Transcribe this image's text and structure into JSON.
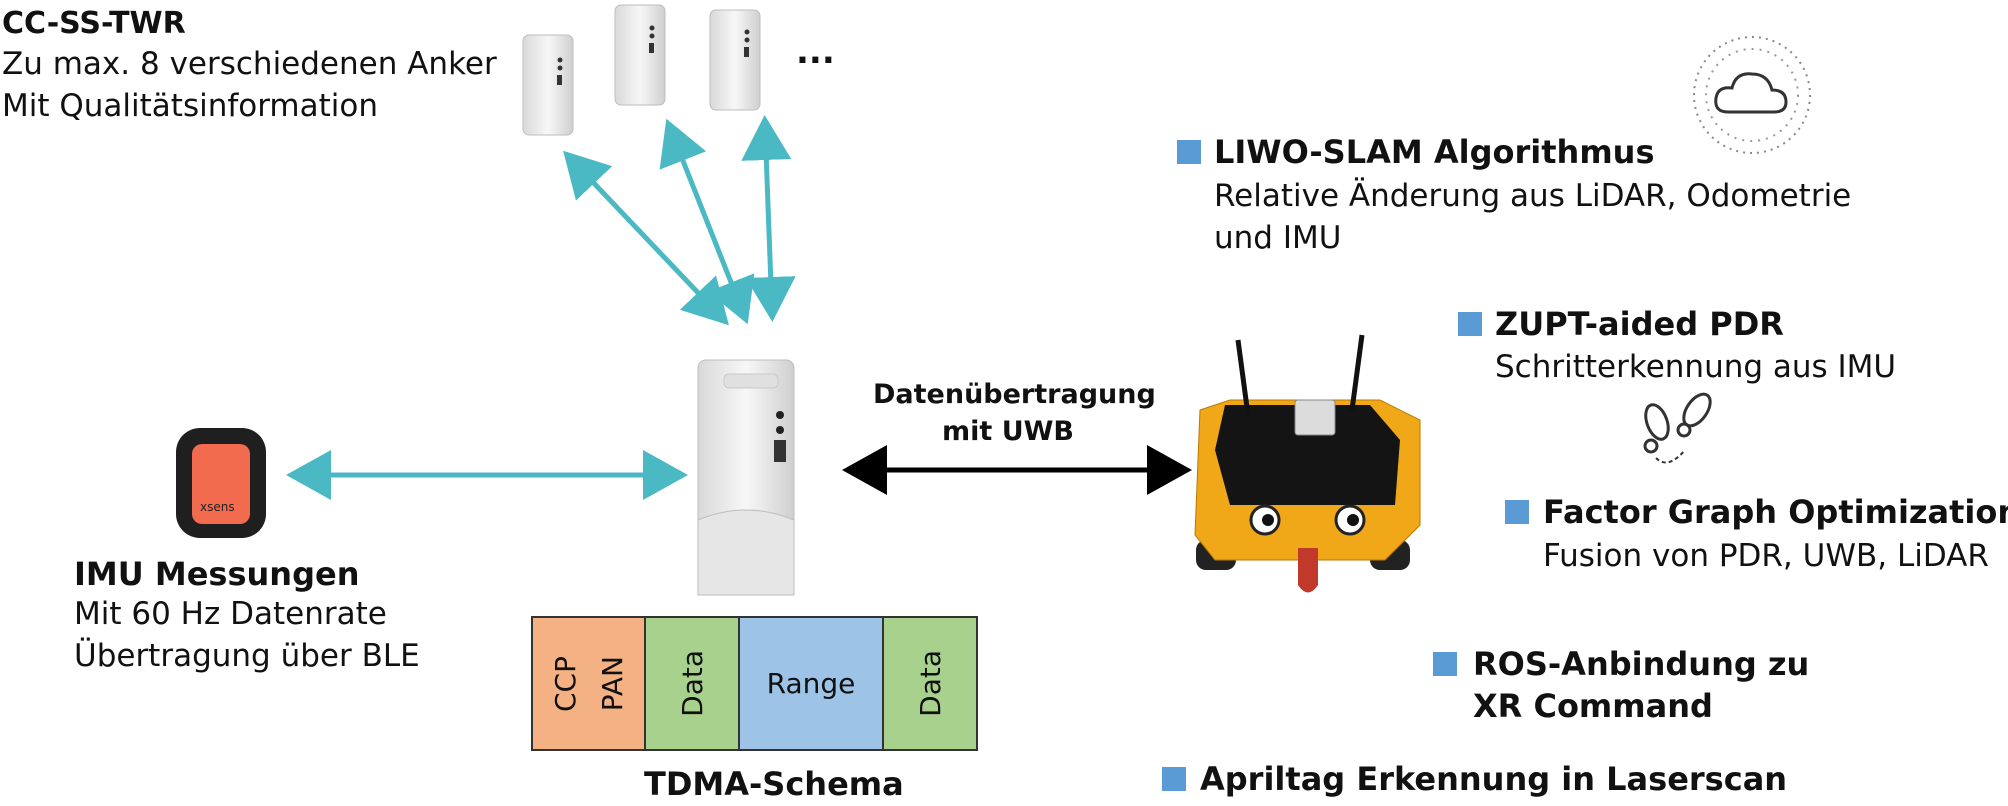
{
  "top_left": {
    "title": "CC-SS-TWR",
    "line1": "Zu max. 8 verschiedenen Anker",
    "line2": "Mit Qualitätsinformation"
  },
  "anchors_more": "...",
  "imu": {
    "title": "IMU Messungen",
    "line1": "Mit 60 Hz Datenrate",
    "line2": "Übertragung über BLE",
    "device_label": "xsens"
  },
  "link": {
    "line1": "Datenübertragung",
    "line2": "mit UWB"
  },
  "tdma": {
    "title": "TDMA-Schema",
    "slots": [
      {
        "label": "CCP",
        "color": "#f4b183"
      },
      {
        "label": "PAN",
        "color": "#f4b183"
      },
      {
        "label": "Data",
        "color": "#a9d18e"
      },
      {
        "label": "Range",
        "color": "#9dc3e6"
      },
      {
        "label": "Data",
        "color": "#a9d18e"
      }
    ]
  },
  "features": [
    {
      "title": "LIWO-SLAM Algorithmus",
      "line1": "Relative Änderung aus LiDAR, Odometrie",
      "line2": "und IMU"
    },
    {
      "title": "ZUPT-aided PDR",
      "line1": "Schritterkennung aus IMU"
    },
    {
      "title": "Factor Graph Optimization",
      "line1": "Fusion von PDR, UWB, LiDAR"
    },
    {
      "title": "ROS-Anbindung zu",
      "line1": "XR Command"
    },
    {
      "title": "Apriltag Erkennung in Laserscan"
    }
  ],
  "colors": {
    "arrow_teal": "#4ab9c3",
    "bullet_blue": "#5b9bd5",
    "robot_orange": "#f0a818",
    "imu_orange": "#f26b4f"
  },
  "icons": [
    "cloud-icon",
    "footprints-icon"
  ]
}
